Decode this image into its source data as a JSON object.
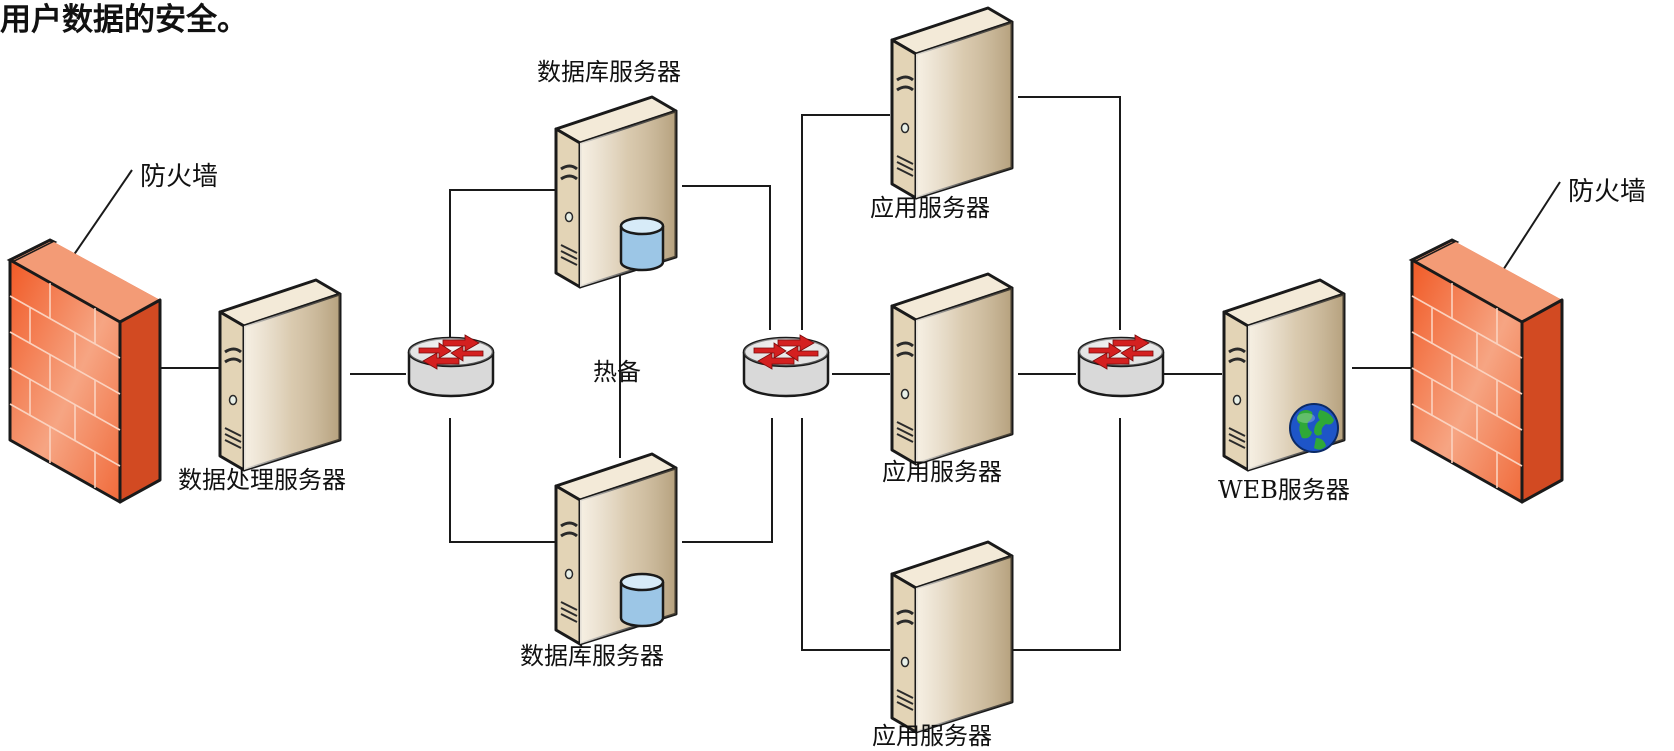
{
  "heading": "用户数据的安全。",
  "labels": {
    "firewall_left": "防火墙",
    "firewall_right": "防火墙",
    "data_processing_server": "数据处理服务器",
    "db_server_top": "数据库服务器",
    "db_server_bottom": "数据库服务器",
    "hot_standby": "热备",
    "app_server_top": "应用服务器",
    "app_server_middle": "应用服务器",
    "app_server_bottom": "应用服务器",
    "web_server": "WEB服务器"
  },
  "icons": {
    "firewall": "firewall-icon",
    "server": "server-icon",
    "router": "router-icon",
    "database": "database-icon",
    "globe": "globe-icon"
  },
  "colors": {
    "line": "#1a1a1a",
    "server_front": "#e9dcc2",
    "server_side": "#c2ae8a",
    "server_top": "#f3ead8",
    "firewall_front": "#f06a3a",
    "firewall_side": "#d8542a",
    "firewall_top": "#f49a74",
    "router_top": "#f2f2f2",
    "router_arrow": "#d42020",
    "db": "#9cc6e6",
    "globe_water": "#1e55c8",
    "globe_land": "#2ea838"
  }
}
